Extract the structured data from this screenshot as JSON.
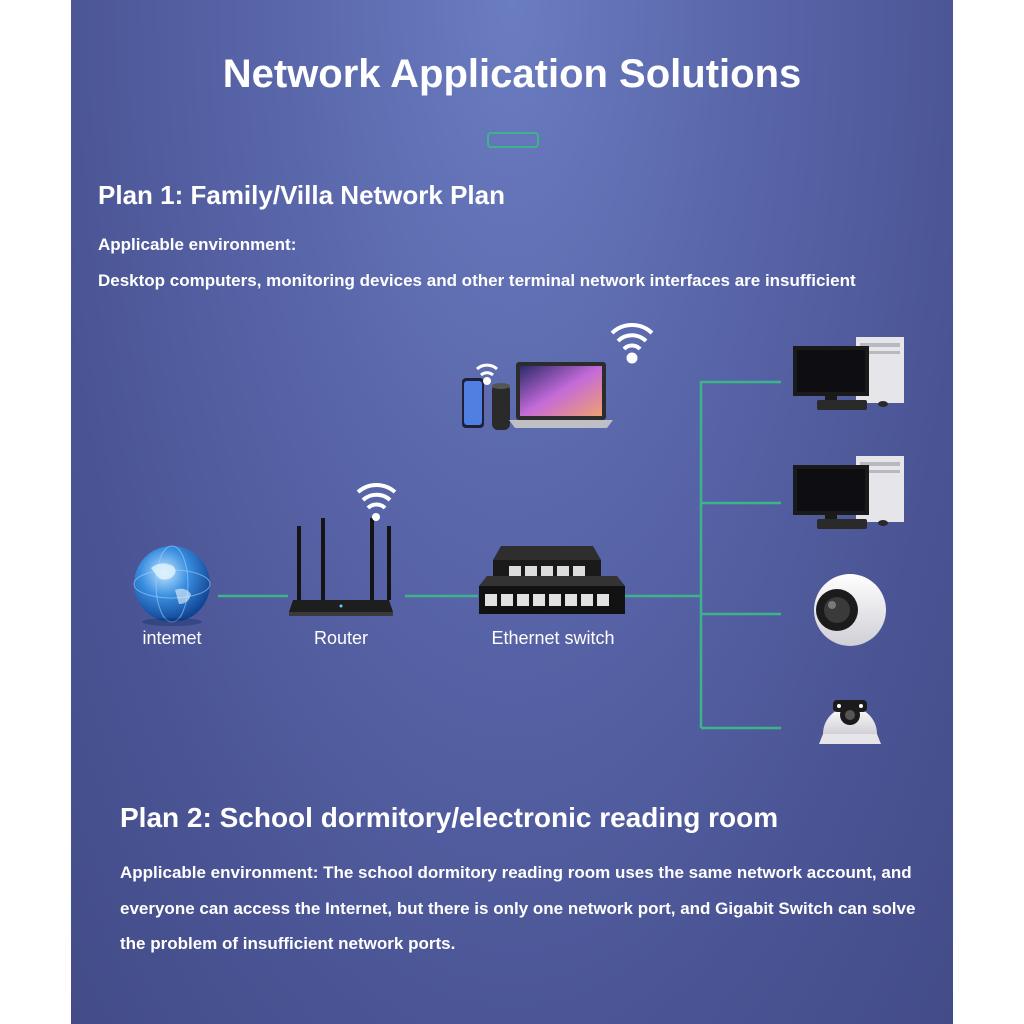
{
  "title": "Network Application Solutions",
  "plan1": {
    "heading": "Plan 1: Family/Villa Network Plan",
    "env_label": "Applicable environment:",
    "env_text": "Desktop computers, monitoring devices and other terminal network interfaces are insufficient"
  },
  "diagram": {
    "nodes": {
      "internet": "intemet",
      "router": "Router",
      "switch": "Ethernet switch"
    },
    "devices": [
      "desktop-computer",
      "desktop-computer",
      "panoramic-camera",
      "dome-camera"
    ],
    "wireless_devices": [
      "smartphone",
      "smart-speaker",
      "laptop"
    ],
    "colors": {
      "link": "#3db38a",
      "panel": "#5a67ab"
    }
  },
  "plan2": {
    "heading": "Plan 2: School dormitory/electronic reading room",
    "env_text": "Applicable environment: The school dormitory reading room uses the same network account, and everyone can access the Internet, but there is only one network port, and Gigabit Switch can solve the problem of insufficient network ports."
  }
}
